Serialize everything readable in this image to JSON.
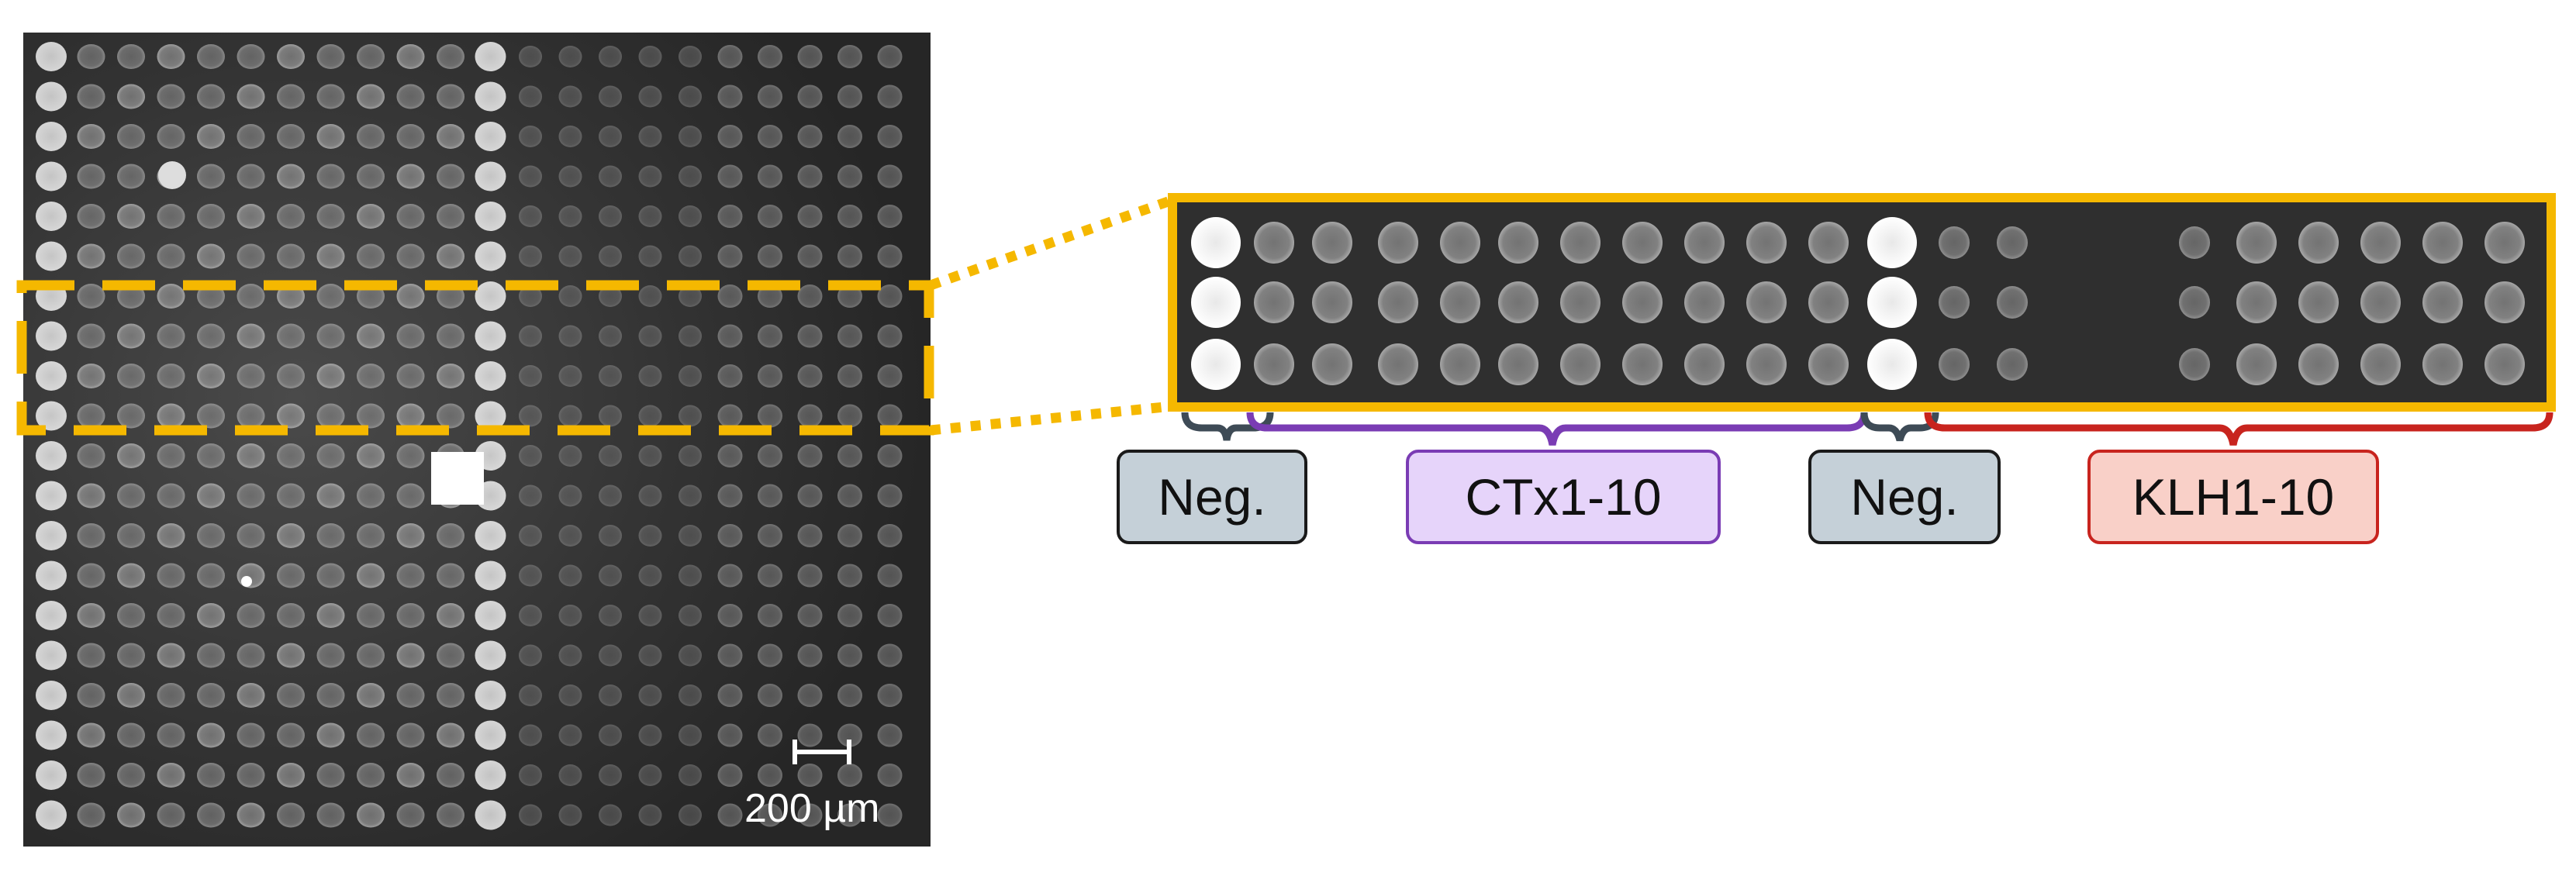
{
  "microarray": {
    "scale_bar_label": "200 µm"
  },
  "zoom_labels": {
    "neg_left": "Neg.",
    "ctx": "CTx1-10",
    "neg_right": "Neg.",
    "klh": "KLH1-10"
  },
  "colors": {
    "highlight": "#F5B800",
    "neg_fill": "#C5D0D8",
    "neg_brace": "#3E4B56",
    "ctx_fill": "#E6D4FA",
    "ctx_stroke": "#7A3CB4",
    "klh_fill": "#F9D0C8",
    "klh_stroke": "#C8241E",
    "array_bg": "#2c2c2c"
  }
}
